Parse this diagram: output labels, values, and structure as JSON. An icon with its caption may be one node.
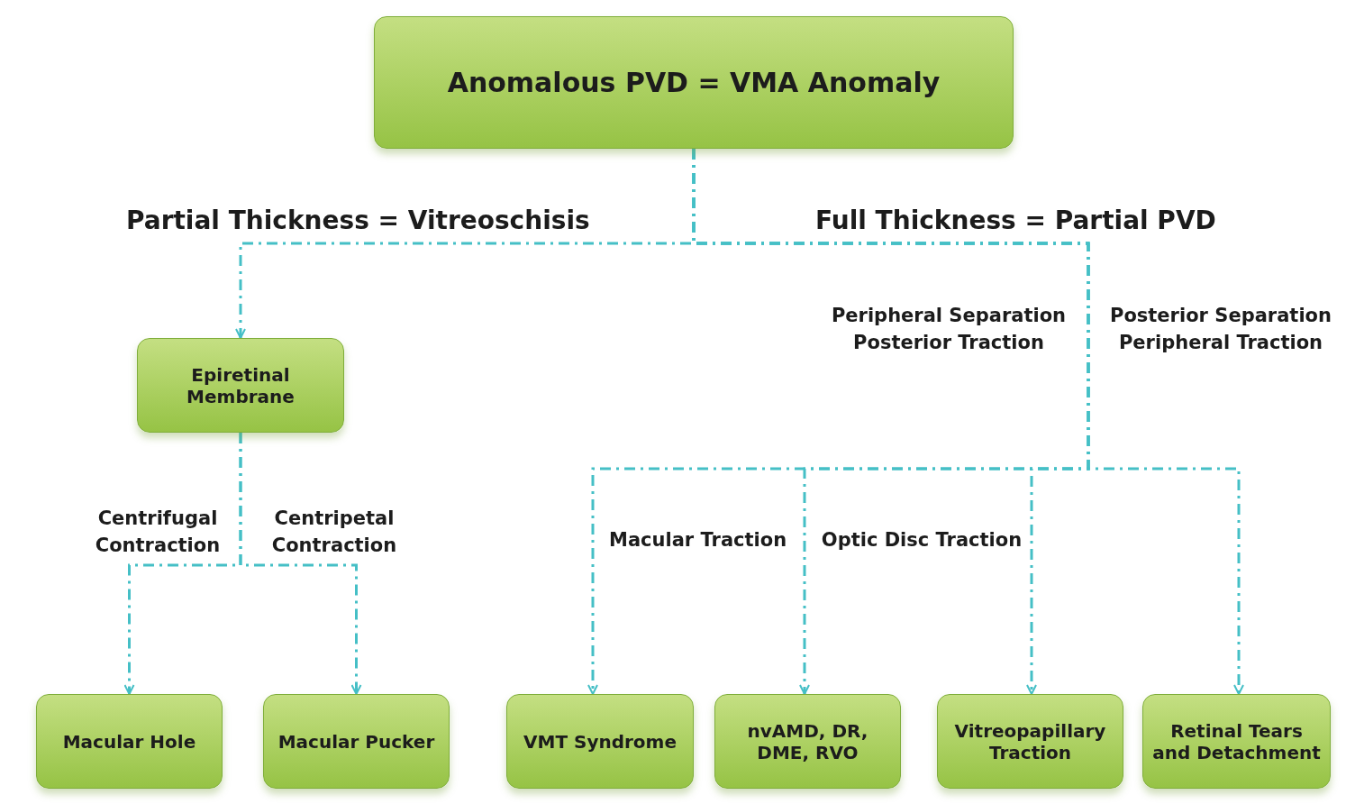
{
  "diagram": {
    "nodes": [
      {
        "text": [
          "Anomalous PVD = VMA Anomaly"
        ]
      },
      {
        "text": [
          "Epiretinal Membrane"
        ]
      },
      {
        "text": [
          "Macular Hole"
        ]
      },
      {
        "text": [
          "Macular Pucker"
        ]
      },
      {
        "text": [
          "VMT Syndrome"
        ]
      },
      {
        "text": [
          "nvAMD, DR, DME, RVO"
        ]
      },
      {
        "text": [
          "Vitreopapillary Traction"
        ]
      },
      {
        "text": [
          "Retinal Tears and Detachment"
        ]
      }
    ],
    "edges": [
      {
        "from": 0,
        "to": 1,
        "arrow": "to",
        "style": "dashed"
      },
      {
        "from": 1,
        "to": 2,
        "arrow": "to",
        "style": "dashed"
      },
      {
        "from": 1,
        "to": 3,
        "arrow": "to",
        "style": "dashed"
      },
      {
        "from": 0,
        "to": 4,
        "arrow": "to",
        "style": "dashed"
      },
      {
        "from": 0,
        "to": 5,
        "arrow": "to",
        "style": "dashed"
      },
      {
        "from": 0,
        "to": 6,
        "arrow": "to",
        "style": "dashed"
      },
      {
        "from": 0,
        "to": 7,
        "arrow": "to",
        "style": "dashed"
      }
    ],
    "labels": [
      "Partial Thickness = Vitreoschisis",
      "Full Thickness = Partial PVD",
      "Peripheral Separation Posterior Traction",
      "Posterior Separation Peripheral Traction",
      "Centrifugal Contraction",
      "Centripetal Contraction",
      "Macular Traction",
      "Optic Disc Traction"
    ]
  }
}
